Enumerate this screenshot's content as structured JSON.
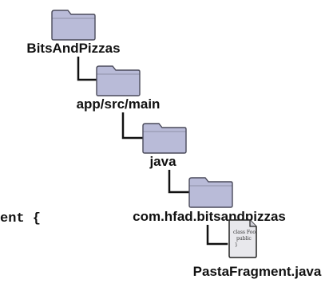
{
  "tree": {
    "folders": [
      {
        "name": "BitsAndPizzas",
        "icon": "folder-icon"
      },
      {
        "name": "app/src/main",
        "icon": "folder-icon"
      },
      {
        "name": "java",
        "icon": "folder-icon"
      },
      {
        "name": "com.hfad.bitsandpizzas",
        "icon": "folder-icon"
      }
    ],
    "file": {
      "name": "PastaFragment.java",
      "icon": "java-file-icon",
      "icon_text_line1": "class Fool",
      "icon_text_line2": "public",
      "icon_text_line3": "}"
    }
  },
  "code_fragment": "ent {",
  "colors": {
    "folder_fill": "#b9bbd8",
    "folder_stroke": "#4a4a5a",
    "connector": "#111111",
    "file_fill": "#e8e8ec"
  }
}
